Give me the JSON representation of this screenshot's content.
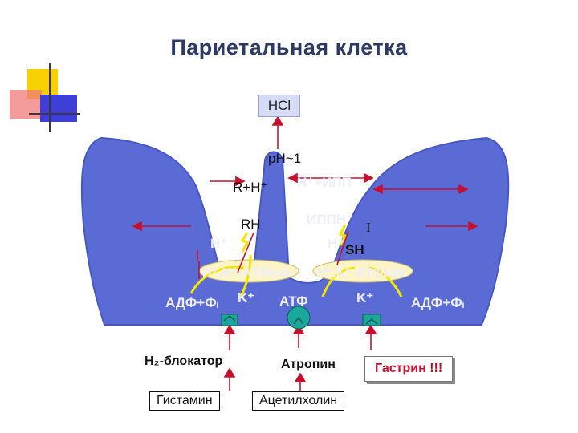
{
  "title": "Париетальная клетка",
  "hcl_label": "HCl",
  "ph_label": "pH~1",
  "rh_reaction": "R+H⁺",
  "rh": "RH",
  "h_ipp": "H⁺+ИПП",
  "ippn": "ИППН⁺",
  "roman_one": "I",
  "h_sh": "H⁺",
  "sh": "SH",
  "h_left": "H⁺",
  "atpase_left": "H⁺,K⁺-АТФаза",
  "atpase_right": "H⁺,K⁺-АТФаза",
  "adp_left": "АДФ+Фᵢ",
  "k_left": "K⁺",
  "atp": "АТФ",
  "k_right": "K⁺",
  "adp_right": "АДФ+Фᵢ",
  "h2_blocker": "H₂-блокатор",
  "atropine": "Атропин",
  "gastrin": "Гастрин !!!",
  "histamine": "Гистамин",
  "acetylcholine": "Ацетилхолин",
  "colors": {
    "cell": "#5b6bd6",
    "arrow": "#c8102e",
    "membrane": "#fdf4c8",
    "curve": "#f5e500",
    "receptor": "#1aa89a",
    "title": "#2b3a67"
  }
}
